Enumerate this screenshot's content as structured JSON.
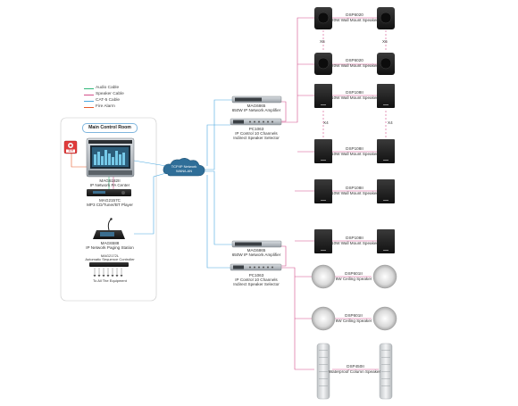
{
  "colors": {
    "audio_cable": "#2fb87a",
    "speaker_cable": "#d44f8a",
    "cat5_cable": "#4aa8e0",
    "fire_alarm": "#e85a2a"
  },
  "legend": [
    {
      "label": "Audio Cable",
      "color": "#2fb87a"
    },
    {
      "label": "Speaker Cable",
      "color": "#d44f8a"
    },
    {
      "label": "CAT-5 Cable",
      "color": "#4aa8e0"
    },
    {
      "label": "Fire  Alarm",
      "color": "#e85a2a"
    }
  ],
  "main_control_room": {
    "title": "Main Control Room",
    "fire_panel_text": "119",
    "pa_center": {
      "model": "MAG6182II",
      "desc": "IP Network PA Center"
    },
    "player": {
      "model": "MAG2157C",
      "desc": "MP3 CD/Tuner/BT Player"
    },
    "paging": {
      "model": "MAG6588",
      "desc": "IP Network Paging  Station"
    },
    "sequencer": {
      "model": "MAG2172L",
      "desc": "Automatic Sequence Controller",
      "note": "To All The Equipment"
    }
  },
  "network": {
    "line1": "TCP/IP Network",
    "line2": "WAN/LAN"
  },
  "upper_group": {
    "amplifier": {
      "model": "MAG6865",
      "desc": "650W IP Network Amplifier"
    },
    "selector": {
      "model": "PC1063",
      "desc1": "IP Control 10 Channels",
      "desc2": "Indirect Speaker Selector"
    }
  },
  "lower_group": {
    "amplifier": {
      "model": "MAG6865",
      "desc": "650W IP Network Amplifier"
    },
    "selector": {
      "model": "PC1063",
      "desc1": "IP Control 10 Channels",
      "desc2": "Indirect Speaker Selector"
    }
  },
  "speakers": {
    "dsp6020": {
      "model": "DSP6020",
      "desc": "20W Wall Mount Speaker",
      "multiplier": "X6"
    },
    "dsp108": {
      "model": "DSP108II",
      "desc": "10W Wall Mount Speaker",
      "multiplier": "X4"
    },
    "dsp601": {
      "model": "DSP601II",
      "desc": "6W  Ceiling Speaker"
    },
    "dsp450": {
      "model": "DSP450II",
      "desc": "Waterproof Column Speaker"
    }
  }
}
